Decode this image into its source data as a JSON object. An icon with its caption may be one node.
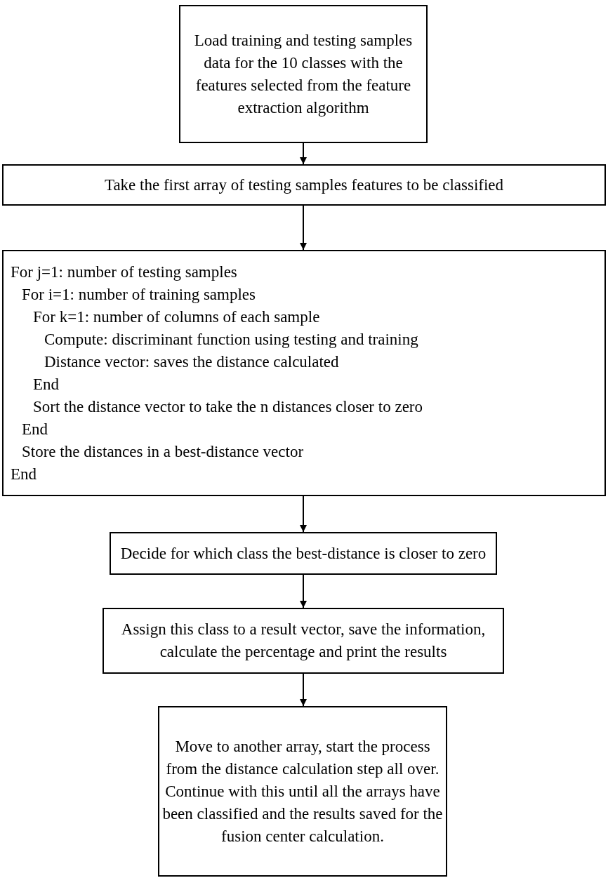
{
  "diagram": {
    "nodes": [
      {
        "text": [
          "Load training and testing samples data for the 10 classes with the features selected from the feature extraction algorithm"
        ]
      },
      {
        "text": [
          "Take the first array of testing samples features to be classified"
        ]
      },
      {
        "text": [
          "For j=1: number of testing samples",
          "For i=1: number of training samples",
          "For k=1: number of columns of each sample",
          "Compute: discriminant function using testing and training",
          "Distance vector: saves the distance calculated",
          "End",
          "Sort the distance vector to take the n distances closer to zero",
          "End",
          "Store the distances in a best-distance vector",
          "End"
        ]
      },
      {
        "text": [
          "Decide for which class the best-distance is closer to zero"
        ]
      },
      {
        "text": [
          "Assign this class to a result vector, save the information, calculate the percentage and print the results"
        ]
      },
      {
        "text": [
          "Move to another array, start the process from the distance calculation step all over. Continue with this until all the arrays have been classified and the results saved for the fusion center calculation."
        ]
      }
    ],
    "edges": [
      {
        "from": 0,
        "to": 1,
        "arrow": "to"
      },
      {
        "from": 1,
        "to": 2,
        "arrow": "to"
      },
      {
        "from": 2,
        "to": 3,
        "arrow": "to"
      },
      {
        "from": 3,
        "to": 4,
        "arrow": "to"
      },
      {
        "from": 4,
        "to": 5,
        "arrow": "to"
      }
    ]
  }
}
